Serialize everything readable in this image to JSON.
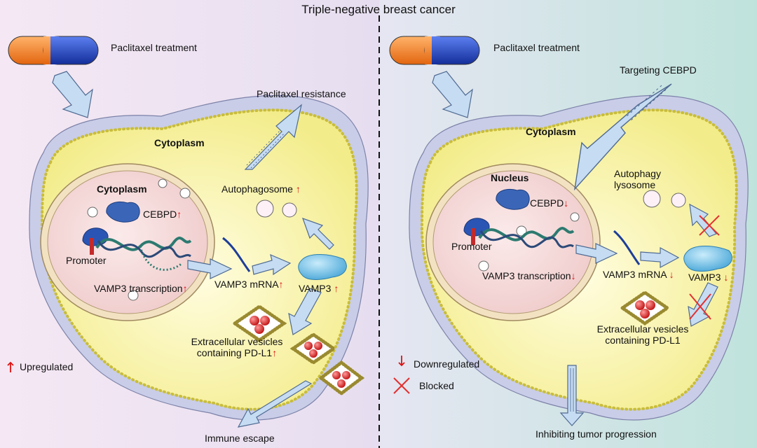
{
  "title": "Triple-negative breast cancer",
  "left": {
    "treatment": "Paclitaxel treatment",
    "resistance": "Paclitaxel resistance",
    "cytoplasm": "Cytoplasm",
    "inner_compartment": "Cytoplasm",
    "autophagosome": "Autophagosome",
    "cebpd": "CEBPD",
    "promoter": "Promoter",
    "vamp3_transcription": "VAMP3 transcription",
    "vamp3_mrna": "VAMP3 mRNA",
    "vamp3": "VAMP3",
    "ev_line1": "Extracellular vesicles",
    "ev_line2": "containing PD-L1",
    "immune_escape": "Immune escape",
    "legend_up": "Upregulated"
  },
  "right": {
    "treatment": "Paclitaxel treatment",
    "targeting": "Targeting CEBPD",
    "cytoplasm": "Cytoplasm",
    "nucleus": "Nucleus",
    "autophagy_line1": "Autophagy",
    "autophagy_line2": "lysosome",
    "cebpd": "CEBPD",
    "promoter": "Promoter",
    "vamp3_mrna": "VAMP3 mRNA",
    "vamp3_transcription": "VAMP3 transcription",
    "vamp3": "VAMP3",
    "ev_line1": "Extracellular vesicles",
    "ev_line2": "containing PD-L1",
    "outcome": "Inhibiting tumor progression",
    "legend_down": "Downregulated",
    "legend_blocked": "Blocked"
  },
  "symbols": {
    "up_arrow": "↑",
    "down_arrow": "↓"
  },
  "colors": {
    "bg_left": "#f3e6f3",
    "bg_right": "#cfe8e3",
    "cytoplasm": "#fbf7b2",
    "nucleus": "#f7dcdc",
    "membrane_dot": "#e9e08a",
    "cell_outer": "#c9cde8",
    "arrow_fill": "#c6dcf2",
    "arrow_stroke": "#4f6a92",
    "vamp3": "#7fc6e8",
    "cebpd": "#3b66b8",
    "vesicle_dot": "#d71f1f",
    "regulation": "#d11111",
    "pill_orange": "#f07a1e",
    "pill_blue": "#1f3fb0"
  }
}
